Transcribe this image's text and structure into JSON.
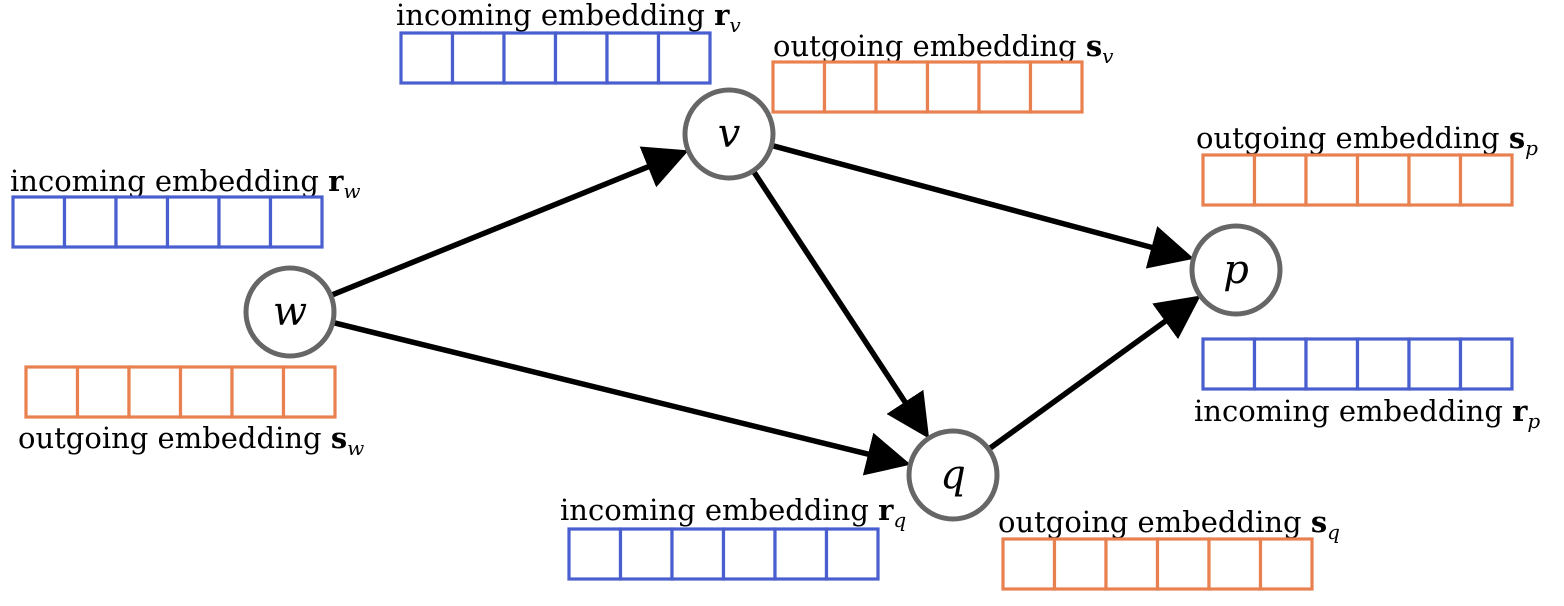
{
  "colors": {
    "incoming": "#4a5fcf",
    "outgoing": "#e8804f",
    "node_border": "#666666",
    "edge": "#000000"
  },
  "nodes": [
    {
      "id": "w",
      "label": "w"
    },
    {
      "id": "v",
      "label": "v"
    },
    {
      "id": "q",
      "label": "q"
    },
    {
      "id": "p",
      "label": "p"
    }
  ],
  "edges": [
    {
      "from": "w",
      "to": "v"
    },
    {
      "from": "w",
      "to": "q"
    },
    {
      "from": "v",
      "to": "p"
    },
    {
      "from": "v",
      "to": "q"
    },
    {
      "from": "q",
      "to": "p"
    }
  ],
  "embeddings": [
    {
      "node": "v",
      "kind": "incoming",
      "text": "incoming embedding ",
      "symbol": "r",
      "sub": "v",
      "cells": 6
    },
    {
      "node": "v",
      "kind": "outgoing",
      "text": "outgoing embedding ",
      "symbol": "s",
      "sub": "v",
      "cells": 6
    },
    {
      "node": "w",
      "kind": "incoming",
      "text": "incoming embedding ",
      "symbol": "r",
      "sub": "w",
      "cells": 6
    },
    {
      "node": "w",
      "kind": "outgoing",
      "text": "outgoing embedding ",
      "symbol": "s",
      "sub": "w",
      "cells": 6
    },
    {
      "node": "p",
      "kind": "outgoing",
      "text": "outgoing embedding ",
      "symbol": "s",
      "sub": "p",
      "cells": 6
    },
    {
      "node": "p",
      "kind": "incoming",
      "text": "incoming embedding ",
      "symbol": "r",
      "sub": "p",
      "cells": 6
    },
    {
      "node": "q",
      "kind": "incoming",
      "text": "incoming embedding ",
      "symbol": "r",
      "sub": "q",
      "cells": 6
    },
    {
      "node": "q",
      "kind": "outgoing",
      "text": "outgoing embedding ",
      "symbol": "s",
      "sub": "q",
      "cells": 6
    }
  ]
}
